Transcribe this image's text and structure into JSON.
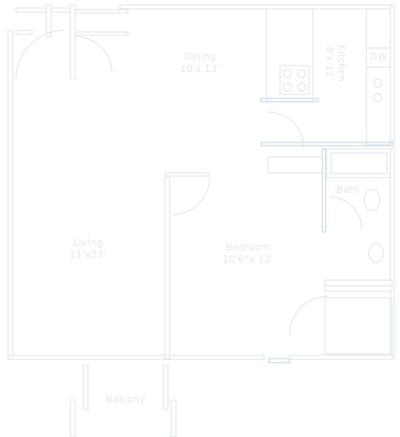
{
  "rooms": {
    "dining": {
      "name": "Dining",
      "size": "10'x 13'"
    },
    "kitchen": {
      "name": "Kitchen",
      "size": "8'x 12'"
    },
    "dw": {
      "name": "DW"
    },
    "bath": {
      "name": "Bath"
    },
    "living": {
      "name": "Living",
      "size": "11'x23'"
    },
    "bedroom": {
      "name": "Bedroom",
      "size": "10'6\"x 12'"
    },
    "balcony": {
      "name": "Balcony"
    }
  },
  "colors": {
    "wall": "#dfe6ec",
    "accent": "#c9dde8",
    "background": "#ffffff"
  }
}
